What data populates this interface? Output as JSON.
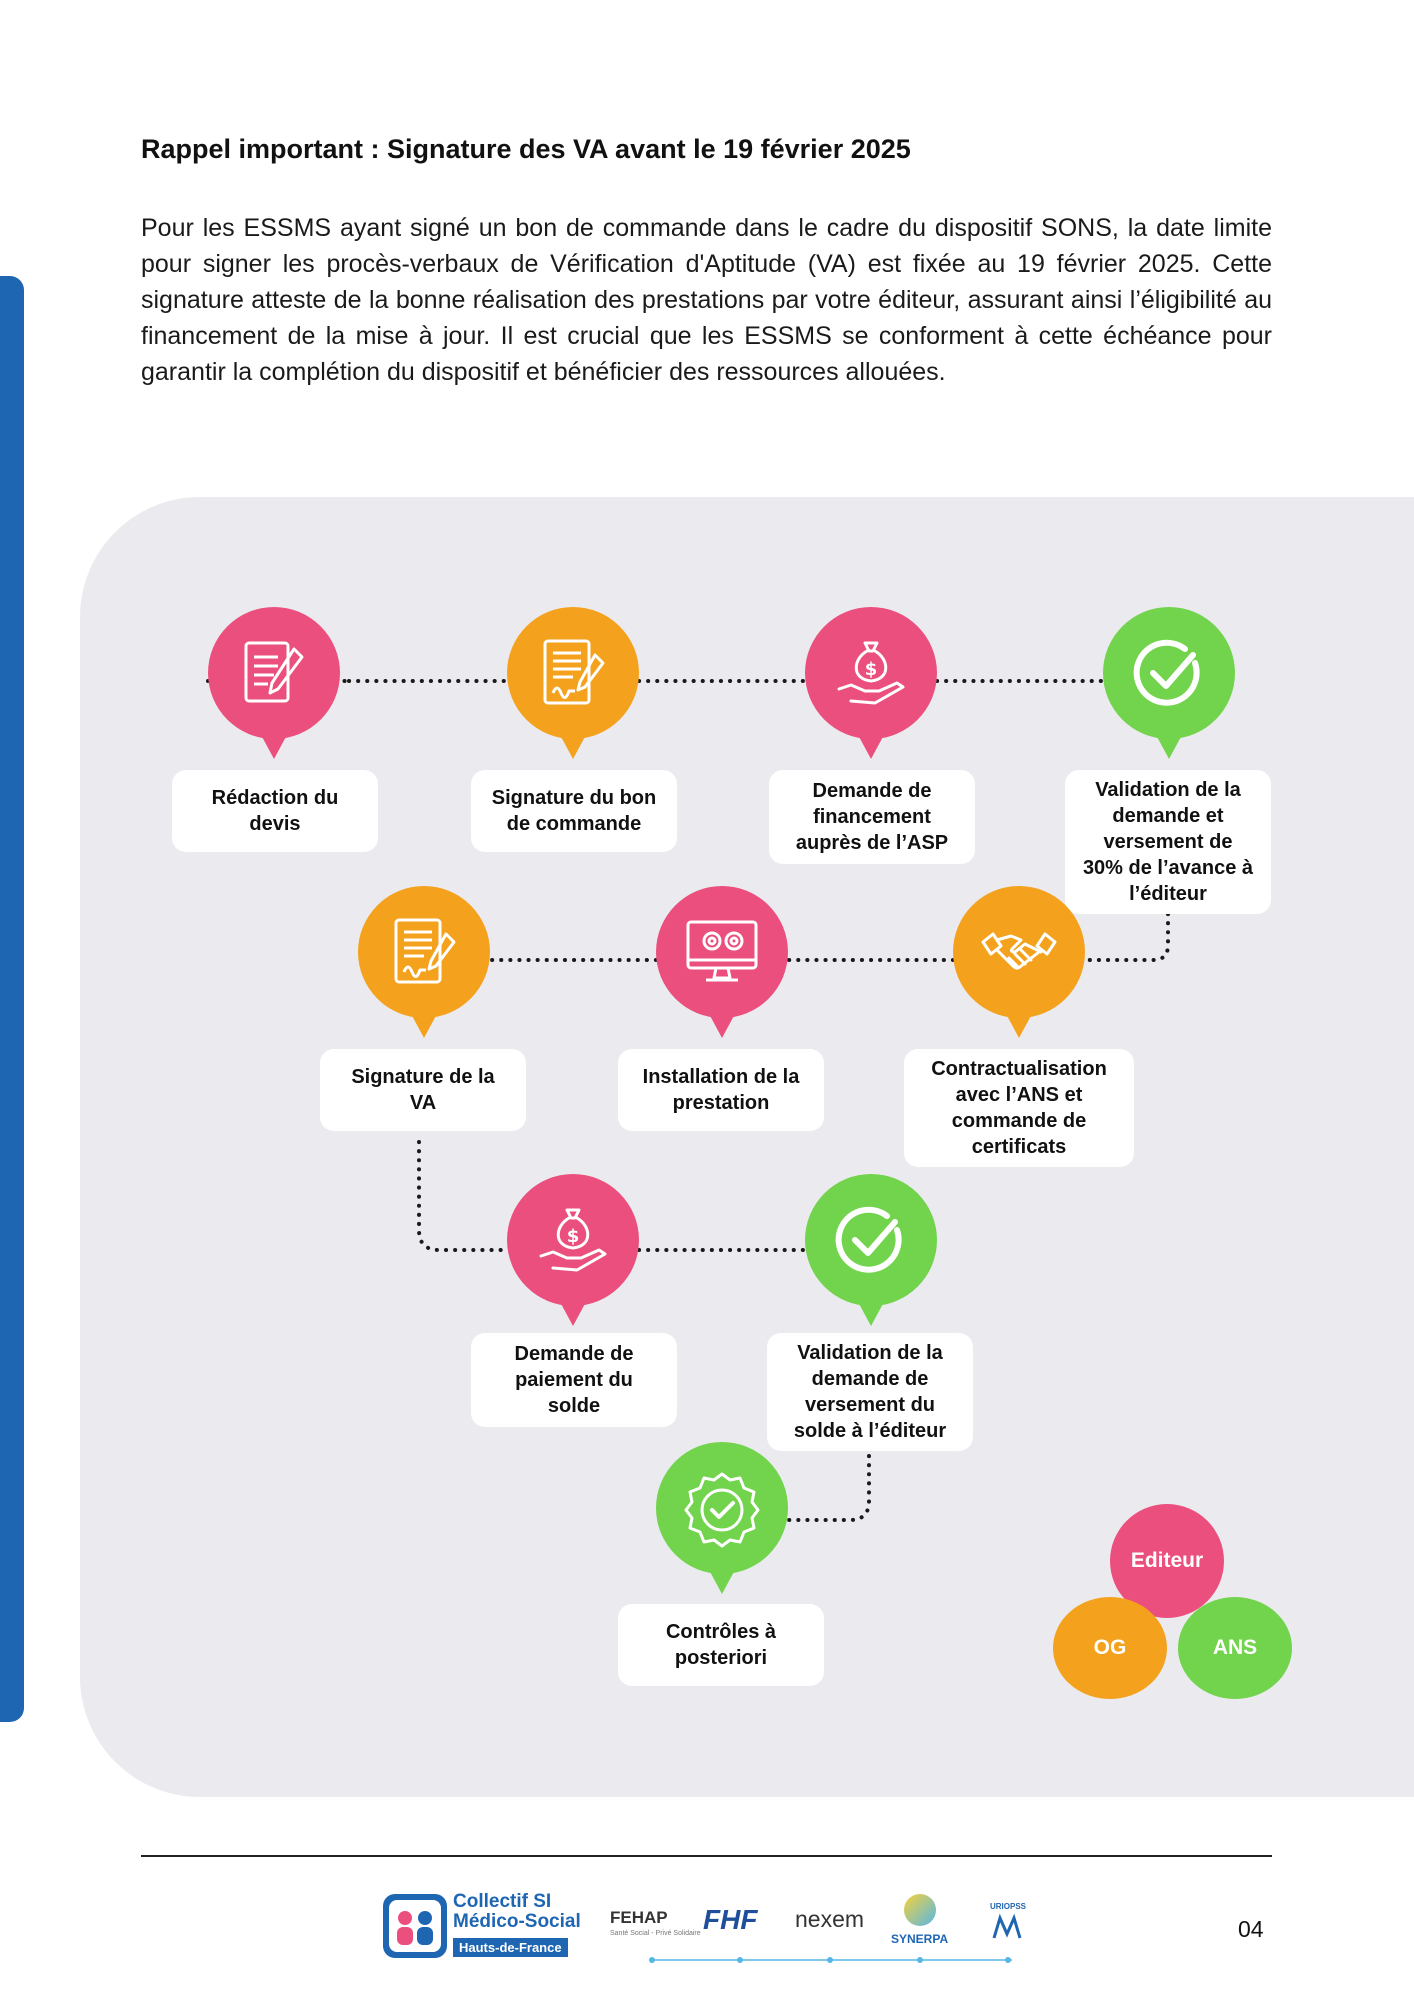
{
  "header": {
    "title": "Rappel important : Signature des VA avant le 19 février 2025",
    "paragraph": "Pour les ESSMS ayant signé un bon de commande dans le cadre du dispositif SONS, la date limite pour signer les procès-verbaux de Vérification d'Aptitude (VA) est fixée au 19 février 2025. Cette signature atteste de la bonne réalisation des prestations par votre éditeur, assurant ainsi l’éligibilité au financement de la mise à jour. Il est crucial que les ESSMS se conforment à cette échéance pour garantir la complétion du dispositif et bénéficier des ressources allouées."
  },
  "steps": [
    {
      "label": "Rédaction du\ndevis",
      "actor": "Editeur",
      "icon": "document-pen-icon"
    },
    {
      "label": "Signature du bon\nde commande",
      "actor": "OG",
      "icon": "signed-document-icon"
    },
    {
      "label": "Demande de\nfinancement\nauprès de l’ASP",
      "actor": "Editeur",
      "icon": "money-bag-hand-icon"
    },
    {
      "label": "Validation de la\ndemande et\nversement de\n30% de l’avance à\nl’éditeur",
      "actor": "ANS",
      "icon": "check-circle-icon"
    },
    {
      "label": "Contractualisation\navec l’ANS et\ncommande de\ncertificats",
      "actor": "OG",
      "icon": "handshake-icon"
    },
    {
      "label": "Installation de la\nprestation",
      "actor": "Editeur",
      "icon": "monitor-gears-icon"
    },
    {
      "label": "Signature de la\nVA",
      "actor": "OG",
      "icon": "signed-document-icon"
    },
    {
      "label": "Demande de\npaiement du\nsolde",
      "actor": "Editeur",
      "icon": "money-bag-hand-icon"
    },
    {
      "label": "Validation de la\ndemande de\nversement du\nsolde à l’éditeur",
      "actor": "ANS",
      "icon": "check-circle-icon"
    },
    {
      "label": "Contrôles à\nposteriori",
      "actor": "ANS",
      "icon": "badge-check-icon"
    }
  ],
  "legend": {
    "editeur": "Editeur",
    "og": "OG",
    "ans": "ANS"
  },
  "colors": {
    "editeur": "#eb4f7d",
    "og": "#f4a21d",
    "ans": "#72d34c",
    "accent": "#1f66b2"
  },
  "footer": {
    "collectif_line1": "Collectif SI",
    "collectif_line2": "Médico-Social",
    "collectif_line3": "Hauts-de-France",
    "partner_fehap": "FEHAP",
    "partner_fehap_sub": "Santé Social - Privé Solidaire",
    "partner_fhf": "FHF",
    "partner_nexem": "nexem",
    "partner_synerpa": "SYNERPA",
    "partner_uriopss": "URIOPSS",
    "page_number": "04"
  }
}
